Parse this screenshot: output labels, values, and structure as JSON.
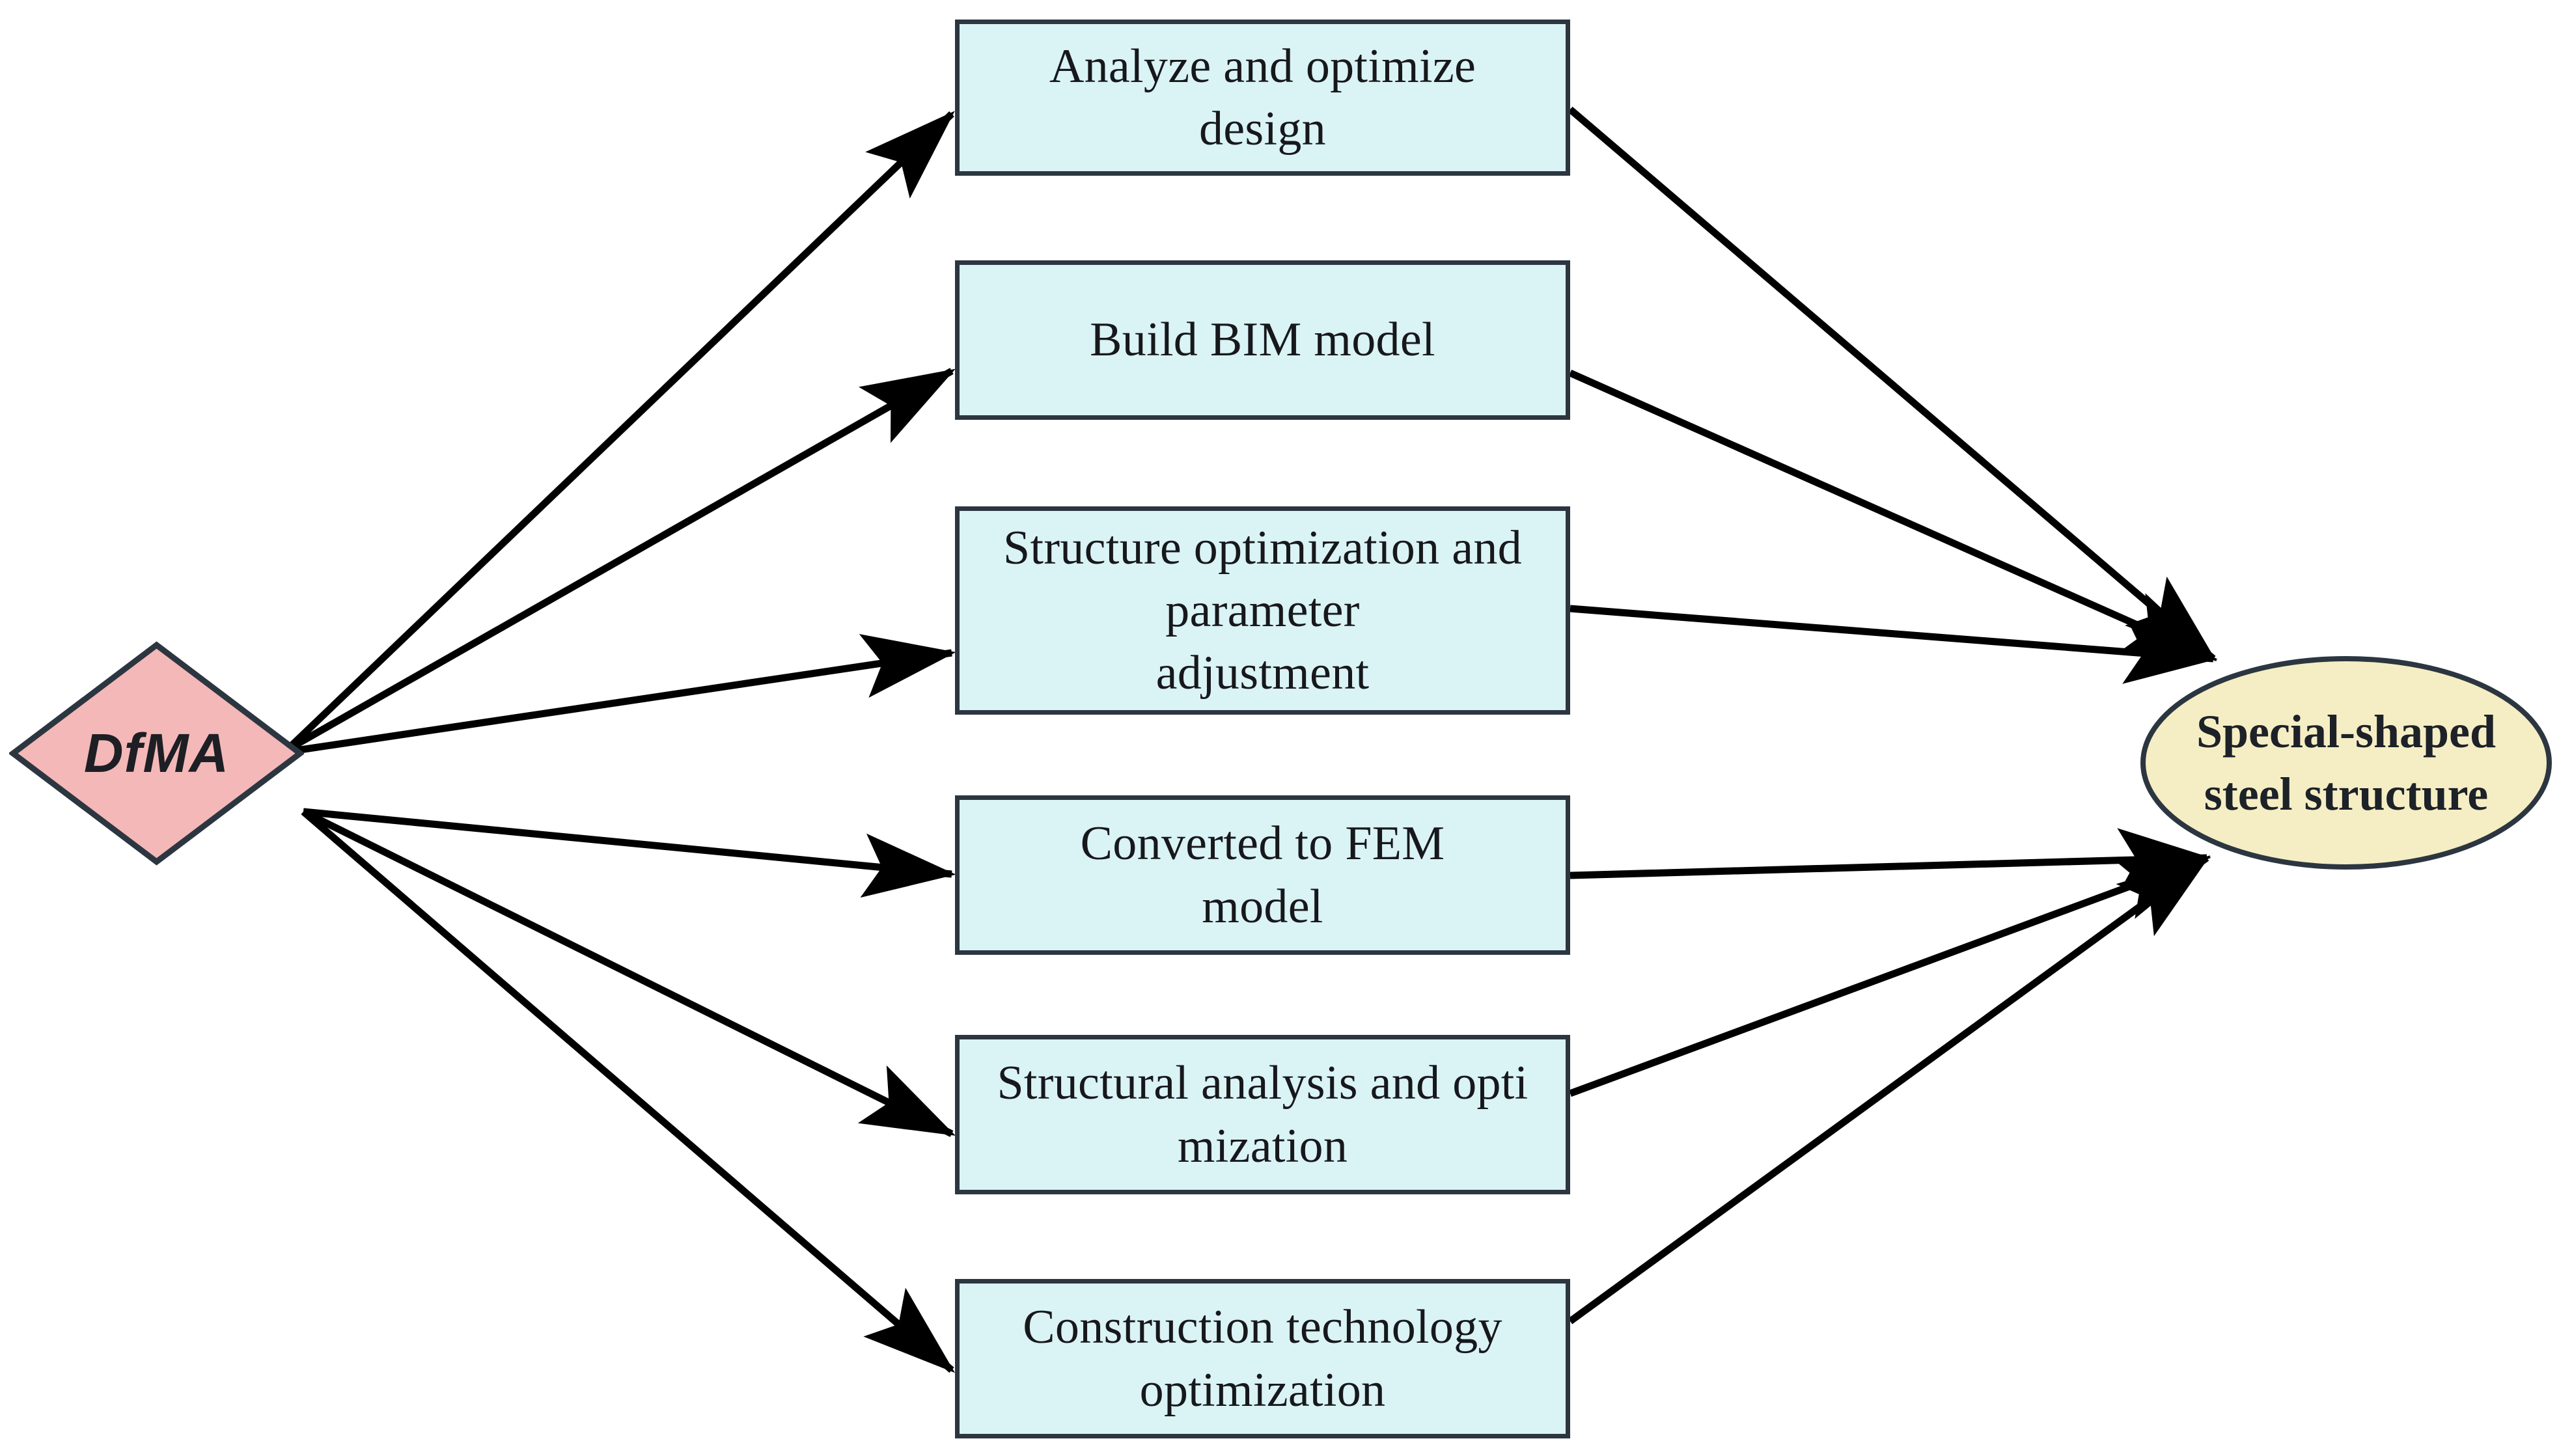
{
  "diagram": {
    "title": "DfMA to Special-shaped steel structure process diagram",
    "type": "flow-diagram",
    "colors": {
      "background": "#ffffff",
      "process_box_fill": "#daf3f5",
      "process_box_stroke": "#2c3640",
      "source_node_fill": "#f4b8b8",
      "source_node_stroke": "#2c3640",
      "result_node_fill": "#f5eec4",
      "result_node_stroke": "#2c3640",
      "edge_color": "#000000",
      "text_color": "#17181c"
    },
    "source_node": {
      "label": "DfMA",
      "shape": "diamond"
    },
    "result_node": {
      "label": "Special-shaped\nsteel structure",
      "shape": "ellipse"
    },
    "process_nodes": [
      {
        "id": "analyze-optimize-design",
        "label": "Analyze and optimize\ndesign"
      },
      {
        "id": "build-bim-model",
        "label": "Build BIM model"
      },
      {
        "id": "structure-optimization-parameter-adjustment",
        "label": "Structure optimization and\nparameter\nadjustment"
      },
      {
        "id": "converted-to-fem-model",
        "label": "Converted to FEM\nmodel"
      },
      {
        "id": "structural-analysis-optimization",
        "label": "Structural analysis and opti\nmization"
      },
      {
        "id": "construction-technology-optimization",
        "label": "Construction technology\noptimization"
      }
    ],
    "edges": [
      {
        "from": "DfMA",
        "to": "Analyze and optimize design"
      },
      {
        "from": "DfMA",
        "to": "Build BIM model"
      },
      {
        "from": "DfMA",
        "to": "Structure optimization and parameter adjustment"
      },
      {
        "from": "DfMA",
        "to": "Converted to FEM model"
      },
      {
        "from": "DfMA",
        "to": "Structural analysis and optimization"
      },
      {
        "from": "DfMA",
        "to": "Construction technology optimization"
      },
      {
        "from": "Analyze and optimize design",
        "to": "Special-shaped steel structure"
      },
      {
        "from": "Build BIM model",
        "to": "Special-shaped steel structure"
      },
      {
        "from": "Structure optimization and parameter adjustment",
        "to": "Special-shaped steel structure"
      },
      {
        "from": "Converted to FEM model",
        "to": "Special-shaped steel structure"
      },
      {
        "from": "Structural analysis and optimization",
        "to": "Special-shaped steel structure"
      },
      {
        "from": "Construction technology optimization",
        "to": "Special-shaped steel structure"
      }
    ]
  }
}
